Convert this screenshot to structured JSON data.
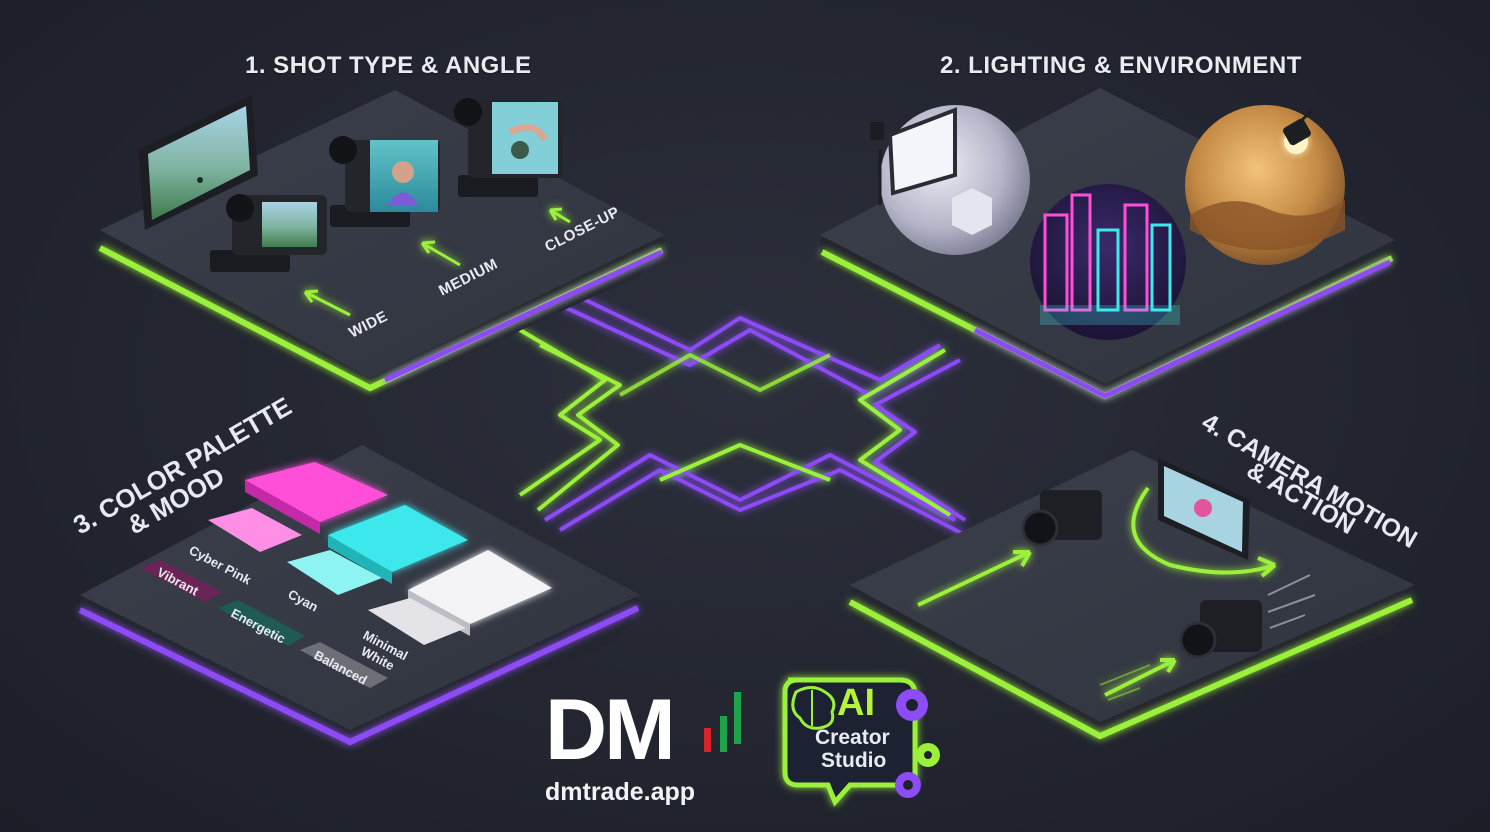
{
  "panels": {
    "shot": {
      "heading": "1. SHOT TYPE & ANGLE",
      "labels": {
        "wide": "WIDE",
        "medium": "MEDIUM",
        "closeup": "CLOSE-UP"
      }
    },
    "lighting": {
      "heading": "2. LIGHTING & ENVIRONMENT"
    },
    "color": {
      "heading_line1": "3. COLOR PALETTE",
      "heading_line2": "& MOOD",
      "swatch_labels": {
        "pink": "Cyber Pink",
        "cyan": "Cyan",
        "white_line1": "Minimal",
        "white_line2": "White"
      },
      "mood_tags": {
        "vibrant": "Vibrant",
        "energetic": "Energetic",
        "balanced": "Balanced"
      }
    },
    "motion": {
      "heading_line1": "4. CAMERA MOTION",
      "heading_line2": "& ACTION"
    }
  },
  "brand": {
    "logo": "DM",
    "url": "dmtrade.app"
  },
  "badge": {
    "ai": "AI",
    "line1": "Creator",
    "line2": "Studio"
  },
  "colors": {
    "neon_green": "#9bf03a",
    "neon_purple": "#8d4cf5",
    "panel": "#343844",
    "background": "#23262f",
    "cyber_pink": "#ff4fd8",
    "cyan": "#3ee8ec",
    "vibrant_tag": "#6b2456",
    "energetic_tag": "#1f5a55",
    "balanced_tag": "#6d6f77"
  },
  "icons": [
    "camera-icon",
    "monitor-icon",
    "softbox-light-icon",
    "spotlight-icon",
    "brain-icon",
    "gear-icon",
    "arrow-icon"
  ]
}
